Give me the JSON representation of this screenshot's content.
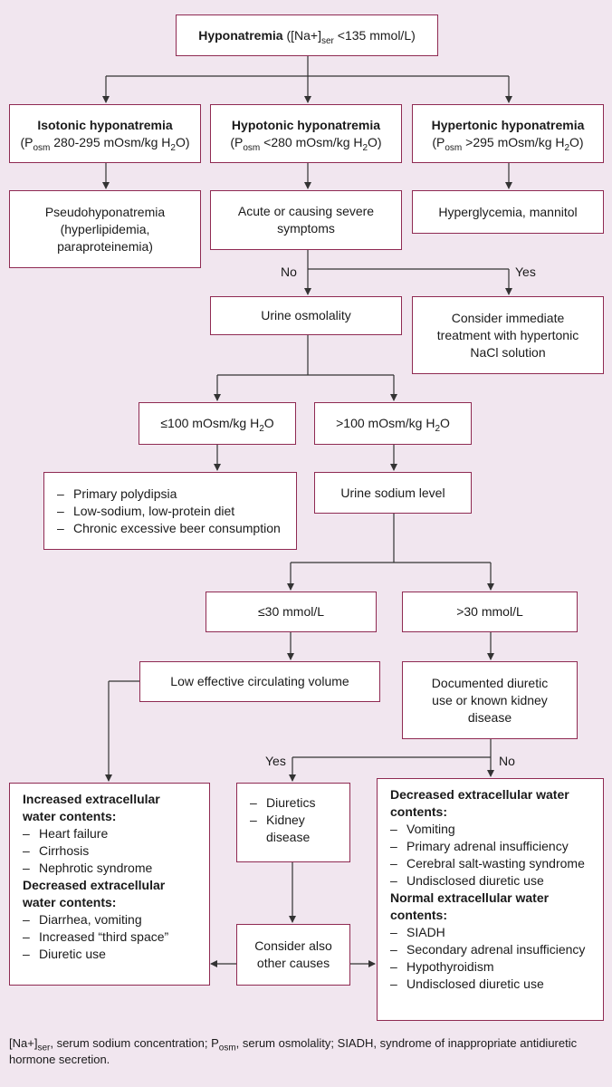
{
  "root": {
    "label": "Hyponatremia",
    "lead": "([Na+]",
    "sub": "ser",
    "tail": " <135 mmol/L)"
  },
  "isotonic": {
    "title": "Isotonic hyponatremia",
    "p": "(P",
    "sub": "osm",
    "range": " 280-295 mOsm/kg H",
    "h2o_sub": "2",
    "end": "O)"
  },
  "hypotonic": {
    "title": "Hypotonic hyponatremia",
    "p": "(P",
    "sub": "osm",
    "range": " <280 mOsm/kg H",
    "h2o_sub": "2",
    "end": "O)"
  },
  "hypertonic": {
    "title": "Hypertonic hyponatremia",
    "p": "(P",
    "sub": "osm",
    "range": " >295 mOsm/kg H",
    "h2o_sub": "2",
    "end": "O)"
  },
  "pseudo": {
    "line1": "Pseudohyponatremia",
    "line2": "(hyperlipidemia,",
    "line3": "paraproteinemia)"
  },
  "acute": {
    "line1": "Acute or causing severe",
    "line2": "symptoms"
  },
  "hyperglycemia": "Hyperglycemia, mannitol",
  "labels": {
    "no1": "No",
    "yes1": "Yes",
    "yes2": "Yes",
    "no2": "No"
  },
  "urine_osm": "Urine osmolality",
  "consider_treatment": {
    "line1": "Consider immediate",
    "line2": "treatment with hypertonic",
    "line3": "NaCl solution"
  },
  "osm_low": {
    "text": "≤100 mOsm/kg H",
    "sub": "2",
    "end": "O"
  },
  "osm_high": {
    "text": ">100 mOsm/kg H",
    "sub": "2",
    "end": "O"
  },
  "polydipsia_list": [
    "Primary polydipsia",
    "Low-sodium, low-protein diet",
    "Chronic excessive beer consumption"
  ],
  "urine_sodium": "Urine sodium level",
  "na_low": "≤30 mmol/L",
  "na_high": ">30 mmol/L",
  "low_volume": "Low effective circulating volume",
  "diuretic_use": {
    "line1": "Documented diuretic",
    "line2": "use or known kidney",
    "line3": "disease"
  },
  "left_box": {
    "h1": "Increased extracellular water contents:",
    "list1": [
      "Heart failure",
      "Cirrhosis",
      "Nephrotic syndrome"
    ],
    "h2": "Decreased extracellular water contents:",
    "list2": [
      "Diarrhea, vomiting",
      "Increased “third space”",
      "Diuretic use"
    ]
  },
  "diuretics_box": [
    "Diuretics",
    "Kidney disease"
  ],
  "other_causes": {
    "line1": "Consider also",
    "line2": "other causes"
  },
  "right_box": {
    "h1": "Decreased extracellular water contents:",
    "list1": [
      "Vomiting",
      "Primary adrenal insufficiency",
      "Cerebral salt-wasting syndrome",
      "Undisclosed diuretic use"
    ],
    "h2": "Normal extracellular water contents:",
    "list2": [
      "SIADH",
      "Secondary adrenal insufficiency",
      "Hypothyroidism",
      "Undisclosed diuretic use"
    ]
  },
  "footnote": {
    "a": "[Na+]",
    "a_sub": "ser",
    "b": ", serum sodium concentration; P",
    "b_sub": "osm",
    "c": ", serum osmolality; SIADH, syndrome of inappropriate antidiuretic hormone secretion."
  },
  "colors": {
    "border": "#8f2a52",
    "background": "#f1e6ef",
    "line": "#333333"
  }
}
